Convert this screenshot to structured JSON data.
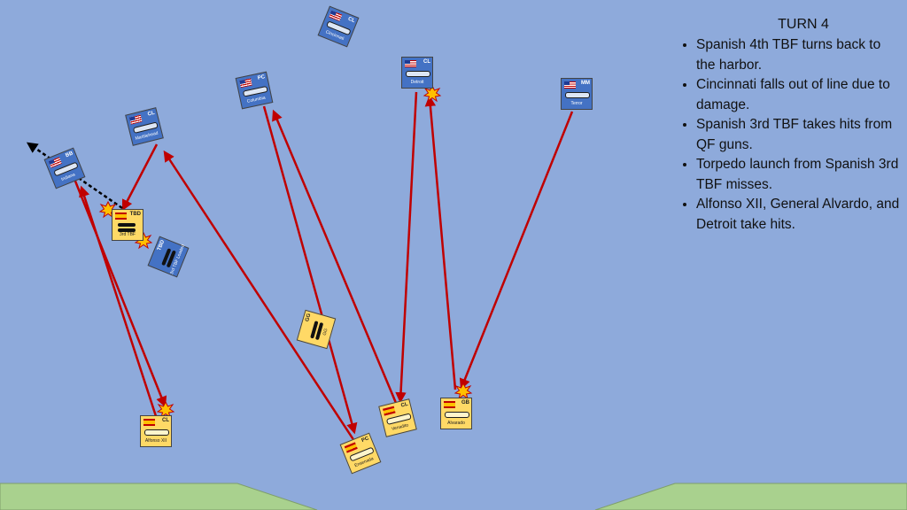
{
  "turn": {
    "title": "TURN 4",
    "notes": [
      "Spanish 4th TBF turns back to the harbor.",
      "Cincinnati falls out of line due to damage.",
      "Spanish 3rd TBF takes hits from QF guns.",
      "Torpedo launch from Spanish 3rd TBF misses.",
      "Alfonso XII, General Alvardo, and Detroit take hits."
    ]
  },
  "colors": {
    "sea": "#8eaadb",
    "land": "#a9d18e",
    "us_counter": "#4472c4",
    "spanish_counter": "#ffd966",
    "fire_arrow": "#c00000",
    "movement_arrow": "#000000",
    "hit_marker": "#ffc000"
  },
  "counters": {
    "cincinnati": {
      "type": "CL",
      "name": "Cincinnati"
    },
    "columbia": {
      "type": "PC",
      "name": "Columbia"
    },
    "detroit": {
      "type": "CL",
      "name": "Detroit"
    },
    "terror": {
      "type": "MM",
      "name": "Terror"
    },
    "marblehead": {
      "type": "CL",
      "name": "Marblehead"
    },
    "indiana": {
      "type": "BB",
      "name": "Indiana"
    },
    "spanish_3rd_tbf": {
      "type": "TBD",
      "name": "3rd TBF"
    },
    "spanish_tbd": {
      "type": "TBD",
      "name": "3rd TBF Loaded"
    },
    "spanish_gg": {
      "type": "GG",
      "name": "GG"
    },
    "alfonso_xii": {
      "type": "CL",
      "name": "Alfonso XII"
    },
    "venadito": {
      "type": "CL",
      "name": "Venadito"
    },
    "alvarado": {
      "type": "GB",
      "name": "Alvarado"
    },
    "ensenada": {
      "type": "PC",
      "name": "Ensenada"
    }
  }
}
